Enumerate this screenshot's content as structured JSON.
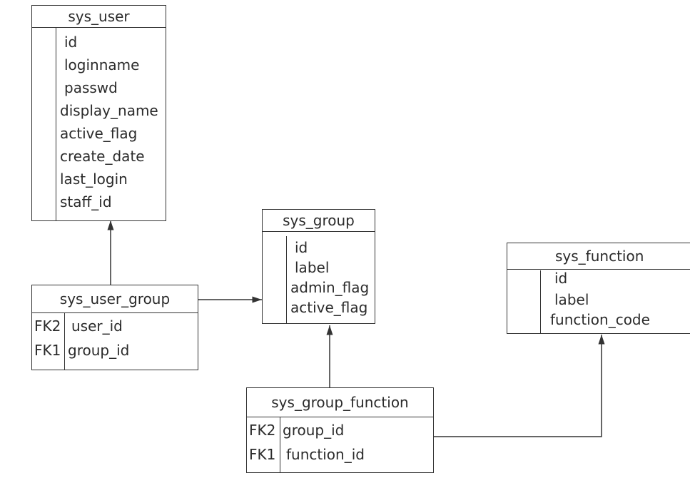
{
  "tables": {
    "sys_user": {
      "name": "sys_user",
      "fields": [
        "id",
        "loginname",
        "passwd",
        "display_name",
        "active_flag",
        "create_date",
        "last_login",
        "staff_id"
      ]
    },
    "sys_group": {
      "name": "sys_group",
      "fields": [
        "id",
        "label",
        "admin_flag",
        "active_flag"
      ]
    },
    "sys_function": {
      "name": "sys_function",
      "fields": [
        "id",
        "label",
        "function_code"
      ]
    },
    "sys_user_group": {
      "name": "sys_user_group",
      "keys": [
        "FK2",
        "FK1"
      ],
      "fields": [
        "user_id",
        "group_id"
      ]
    },
    "sys_group_function": {
      "name": "sys_group_function",
      "keys": [
        "FK2",
        "FK1"
      ],
      "fields": [
        "group_id",
        "function_id"
      ]
    }
  },
  "relationships": [
    {
      "from": "sys_user_group",
      "to": "sys_user"
    },
    {
      "from": "sys_user_group",
      "to": "sys_group"
    },
    {
      "from": "sys_group_function",
      "to": "sys_group"
    },
    {
      "from": "sys_group_function",
      "to": "sys_function"
    }
  ]
}
